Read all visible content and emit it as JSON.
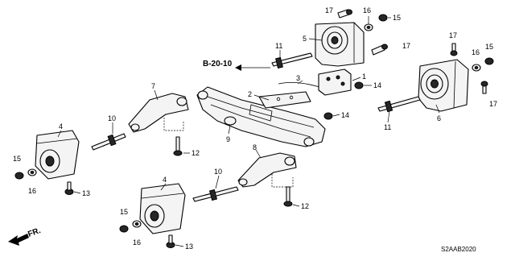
{
  "diagram": {
    "ref_label": "B-20-10",
    "code": "S2AAB2020",
    "front_label": "FR.",
    "callouts": {
      "c1": "1",
      "c2": "2",
      "c3": "3",
      "c4a": "4",
      "c4b": "4",
      "c5": "5",
      "c6": "6",
      "c7": "7",
      "c8": "8",
      "c9": "9",
      "c10a": "10",
      "c10b": "10",
      "c11a": "11",
      "c11b": "11",
      "c12a": "12",
      "c12b": "12",
      "c13a": "13",
      "c13b": "13",
      "c14a": "14",
      "c14b": "14",
      "c15a": "15",
      "c15b": "15",
      "c15c": "15",
      "c15d": "15",
      "c16a": "16",
      "c16b": "16",
      "c16c": "16",
      "c16d": "16",
      "c17a": "17",
      "c17b": "17",
      "c17c": "17",
      "c17d": "17"
    }
  }
}
